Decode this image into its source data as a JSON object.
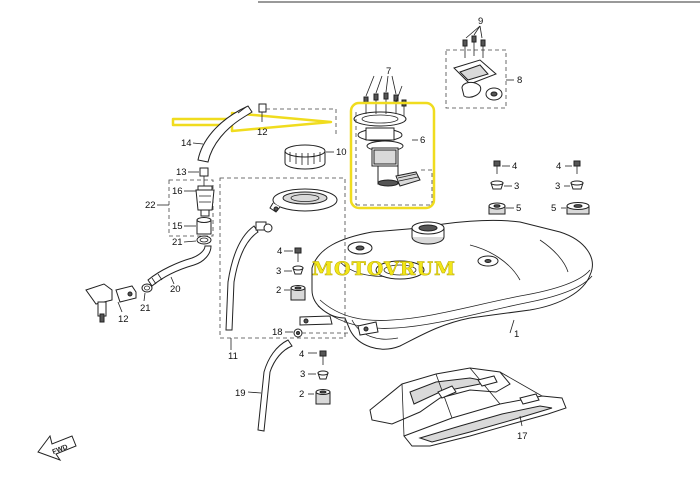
{
  "watermark": "MOTOVRUM",
  "fwd_label": "FWD",
  "labels": {
    "l1": "1",
    "l2a": "2",
    "l2b": "2",
    "l3a": "3",
    "l3b": "3",
    "l3c": "3",
    "l3d": "3",
    "l4a": "4",
    "l4b": "4",
    "l4c": "4",
    "l4d": "4",
    "l5a": "5",
    "l5b": "5",
    "l6": "6",
    "l7": "7",
    "l8": "8",
    "l9": "9",
    "l10": "10",
    "l11": "11",
    "l12a": "12",
    "l12b": "12",
    "l13": "13",
    "l14": "14",
    "l15": "15",
    "l16": "16",
    "l17": "17",
    "l18": "18",
    "l19": "19",
    "l20": "20",
    "l21a": "21",
    "l21b": "21",
    "l22": "22"
  },
  "colors": {
    "highlight_box": "#f0dc1e",
    "arrow_outline": "#f0dc1e",
    "watermark_fill": "#f2e619"
  }
}
